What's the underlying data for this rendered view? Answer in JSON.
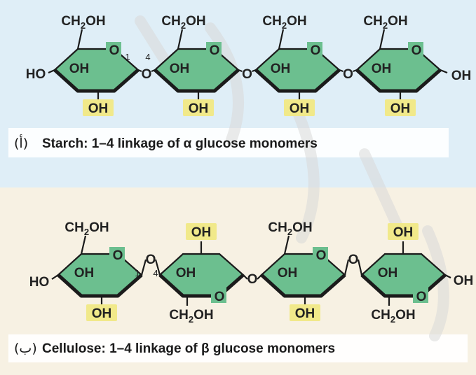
{
  "colors": {
    "panel_a_bg": "#dfeef7",
    "panel_b_bg": "#f7f1e3",
    "ring_fill": "#6cbf8f",
    "ring_stroke": "#1b1b1b",
    "oh_highlight": "#f1e98a",
    "watermark": "#d7d7d7"
  },
  "chem": {
    "ch2oh": "CH",
    "ch2oh_sub": "2",
    "ch2oh_tail": "OH",
    "oh": "OH",
    "ho": "HO",
    "o": "O"
  },
  "starch": {
    "caption_letter": "(أ)",
    "caption": "Starch: 1–4 linkage of α glucose monomers",
    "link_num_1": "1",
    "link_num_4": "4"
  },
  "cellulose": {
    "caption_letter": "(ب)",
    "caption": "Cellulose: 1–4 linkage of β glucose monomers",
    "link_num_1": "1",
    "link_num_4": "4"
  }
}
